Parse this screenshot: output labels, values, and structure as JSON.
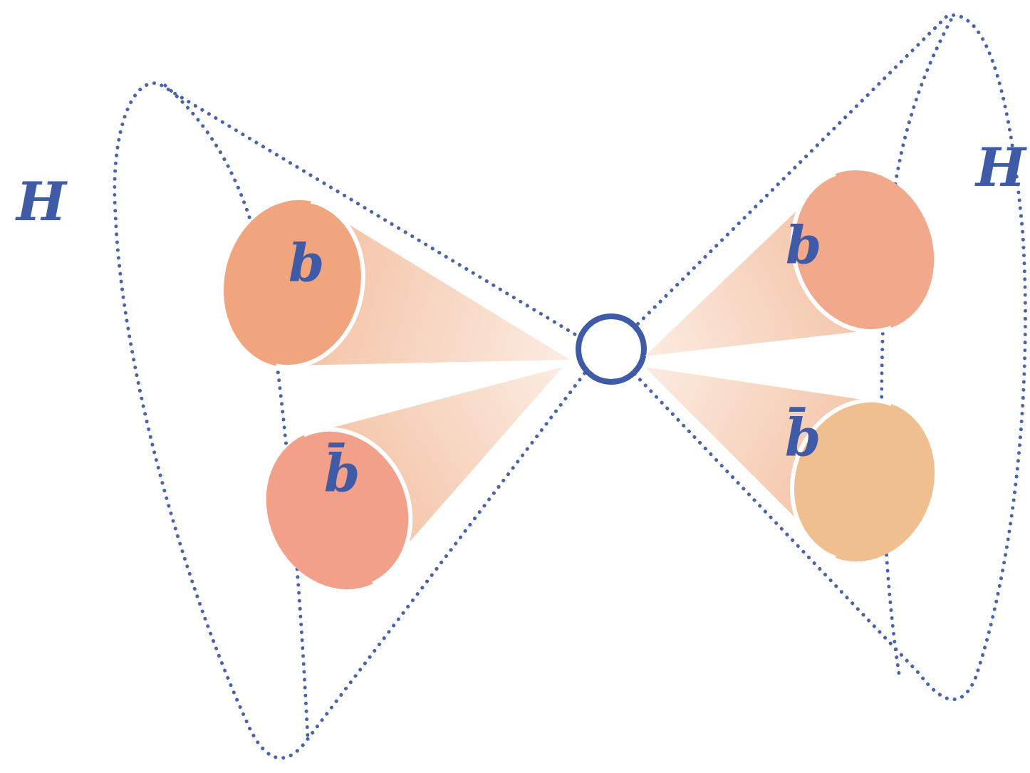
{
  "diagram": {
    "nodes": [
      {
        "text": [
          "H"
        ]
      },
      {
        "text": [
          "b"
        ],
        "in": 0
      },
      {
        "text": [
          "b̄"
        ],
        "in": 0
      },
      {
        "text": [
          "H"
        ]
      },
      {
        "text": [
          "b"
        ],
        "in": 3
      },
      {
        "text": [
          "b̄"
        ],
        "in": 3
      }
    ]
  }
}
